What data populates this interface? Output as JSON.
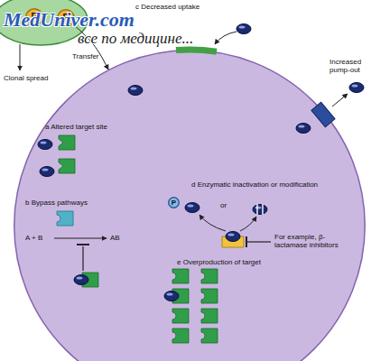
{
  "diagram": {
    "nodes": [
      {
        "text": [
          "R"
        ]
      },
      {
        "text": [
          "R"
        ]
      },
      {
        "text": [
          "a Altered target site",
          "b Bypass pathways",
          "d Enzymatic inactivation or modification",
          "e Overproduction of target"
        ]
      },
      {
        "text": [
          "P"
        ],
        "in": 2
      }
    ],
    "edges": [
      {
        "from": 1,
        "to": 2,
        "label": "Transfer",
        "arrow": "to"
      }
    ],
    "labels": [
      "MedUniver.com",
      "все по медицине...",
      "c Decreased uptake",
      "Clonal spread",
      "Increased pump-out",
      "A + B",
      "AB",
      "or",
      "For example, β-lactamase inhibitors"
    ]
  }
}
